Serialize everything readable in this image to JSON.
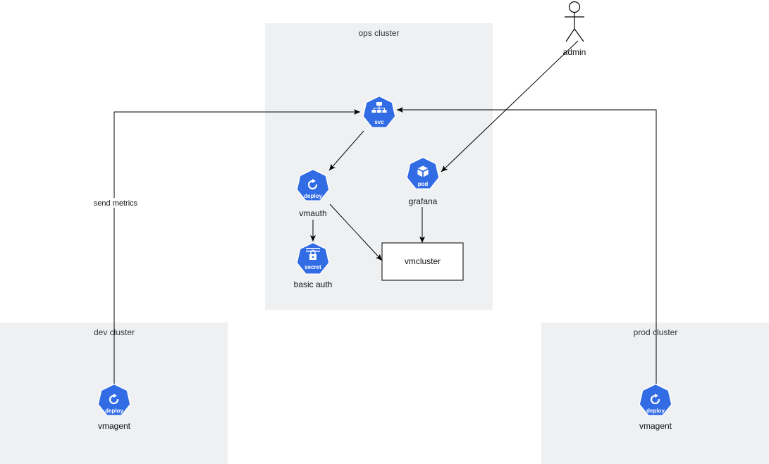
{
  "clusters": {
    "ops": "ops cluster",
    "dev": "dev cluster",
    "prod": "prod cluster"
  },
  "actors": {
    "admin": "admin"
  },
  "nodes": {
    "svc": {
      "badge": "svc",
      "icon": "service-icon"
    },
    "vmauth": {
      "badge": "deploy",
      "label": "vmauth",
      "icon": "deployment-icon"
    },
    "grafana": {
      "badge": "pod",
      "label": "grafana",
      "icon": "pod-icon"
    },
    "basic_auth": {
      "badge": "secret",
      "label": "basic auth",
      "icon": "secret-icon"
    },
    "vmcluster": {
      "label": "vmcluster"
    },
    "dev_vmagent": {
      "badge": "deploy",
      "label": "vmagent",
      "icon": "deployment-icon"
    },
    "prod_vmagent": {
      "badge": "deploy",
      "label": "vmagent",
      "icon": "deployment-icon"
    }
  },
  "edges": {
    "send_metrics": "send metrics"
  },
  "colors": {
    "k8s_blue": "#326CE5",
    "cluster_bg": "#EEF0F2",
    "line": "#000000"
  }
}
